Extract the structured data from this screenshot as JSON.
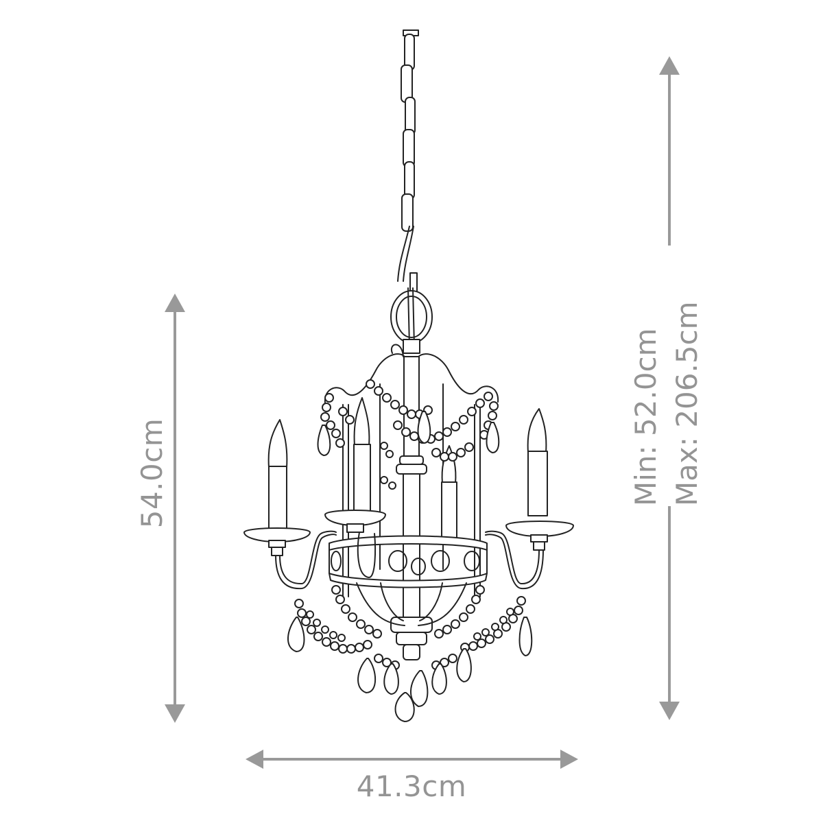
{
  "diagram": {
    "subject": "chandelier-line-drawing",
    "colors": {
      "background": "#ffffff",
      "dimension": "#999999",
      "drawing_line": "#222222"
    },
    "dimensions": {
      "width": {
        "label": "41.3cm",
        "value": 41.3,
        "unit": "cm",
        "orientation": "horizontal"
      },
      "height": {
        "label": "54.0cm",
        "value": 54.0,
        "unit": "cm",
        "orientation": "vertical"
      },
      "drop": {
        "min_label": "Min: 52.0cm",
        "max_label": "Max: 206.5cm",
        "min_value": 52.0,
        "max_value": 206.5,
        "unit": "cm",
        "orientation": "vertical"
      }
    },
    "fixture": {
      "arms": 4,
      "candles": 4,
      "parts": [
        "chain",
        "ring-loop",
        "cage-frame",
        "central-stem",
        "bead-garlands",
        "crystal-drops",
        "ring-band",
        "candle-cups"
      ]
    }
  }
}
